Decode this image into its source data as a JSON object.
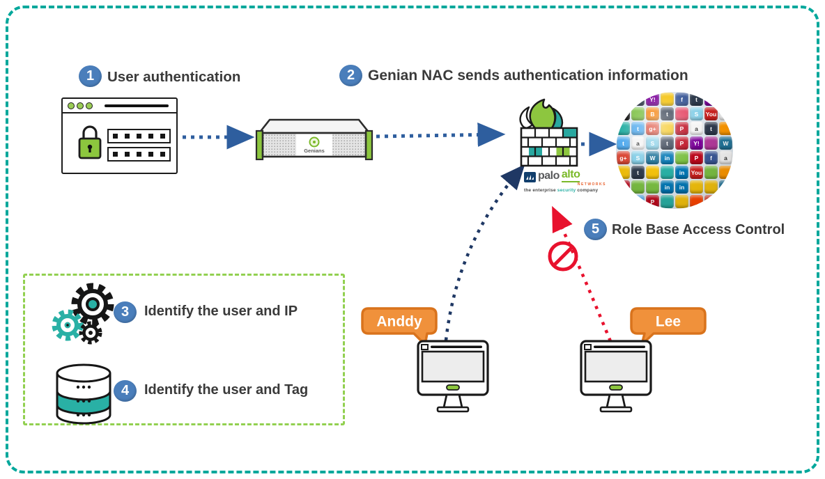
{
  "diagram": {
    "steps": [
      {
        "num": "1",
        "label": "User authentication"
      },
      {
        "num": "2",
        "label": "Genian NAC sends authentication information"
      },
      {
        "num": "3",
        "label": "Identify the user and IP"
      },
      {
        "num": "4",
        "label": "Identify the user and Tag"
      },
      {
        "num": "5",
        "label": "Role Base Access Control"
      }
    ],
    "users": [
      {
        "name": "Anddy"
      },
      {
        "name": "Lee"
      }
    ],
    "appliance": {
      "brand": "Genians"
    },
    "firewall_vendor": {
      "brand_left": "palo",
      "brand_right": "alto",
      "sub": "NETWORKS",
      "tagline_parts": [
        {
          "text": "the enterprise ",
          "color": "#4a4a4a"
        },
        {
          "text": "security",
          "color": "#29B0A5"
        },
        {
          "text": " company",
          "color": "#4a4a4a"
        }
      ]
    },
    "colors": {
      "frame_teal": "#00A79B",
      "step_badge_blue": "#4A7EBB",
      "flow_arrow_blue": "#2E5E9E",
      "client_arrow_navy": "#1F3864",
      "blocked_red": "#E8112D",
      "bubble_orange": "#F0913B",
      "bubble_border": "#D9731C",
      "group_box_green": "#92D050",
      "accent_green": "#8CC63E",
      "accent_teal": "#29B0A5",
      "text_dark": "#3A3A3A"
    },
    "globe": {
      "palette": [
        {
          "bg": "#3b5998",
          "glyph": "f"
        },
        {
          "bg": "#55acee",
          "glyph": "t"
        },
        {
          "bg": "#bd081c",
          "glyph": "P"
        },
        {
          "bg": "#cd201f",
          "glyph": "You"
        },
        {
          "bg": "#0077b5",
          "glyph": "in"
        },
        {
          "bg": "#2f3b4d",
          "glyph": "t"
        },
        {
          "bg": "#21759b",
          "glyph": "W"
        },
        {
          "bg": "#111111",
          "glyph": ""
        },
        {
          "bg": "#dd4b39",
          "glyph": "g+"
        },
        {
          "bg": "#f4f4f4",
          "glyph": "a",
          "fg": "#333333"
        },
        {
          "bg": "#7b0099",
          "glyph": "Y!"
        },
        {
          "bg": "#e4405f",
          "glyph": ""
        },
        {
          "bg": "#ff9900",
          "glyph": ""
        },
        {
          "bg": "#7bc043",
          "glyph": ""
        },
        {
          "bg": "#29b0a5",
          "glyph": ""
        },
        {
          "bg": "#f4c20d",
          "glyph": ""
        },
        {
          "bg": "#ff4500",
          "glyph": ""
        },
        {
          "bg": "#89d0e8",
          "glyph": "S"
        },
        {
          "bg": "#b13a9a",
          "glyph": ""
        },
        {
          "bg": "#f57d00",
          "glyph": "B"
        }
      ]
    }
  }
}
